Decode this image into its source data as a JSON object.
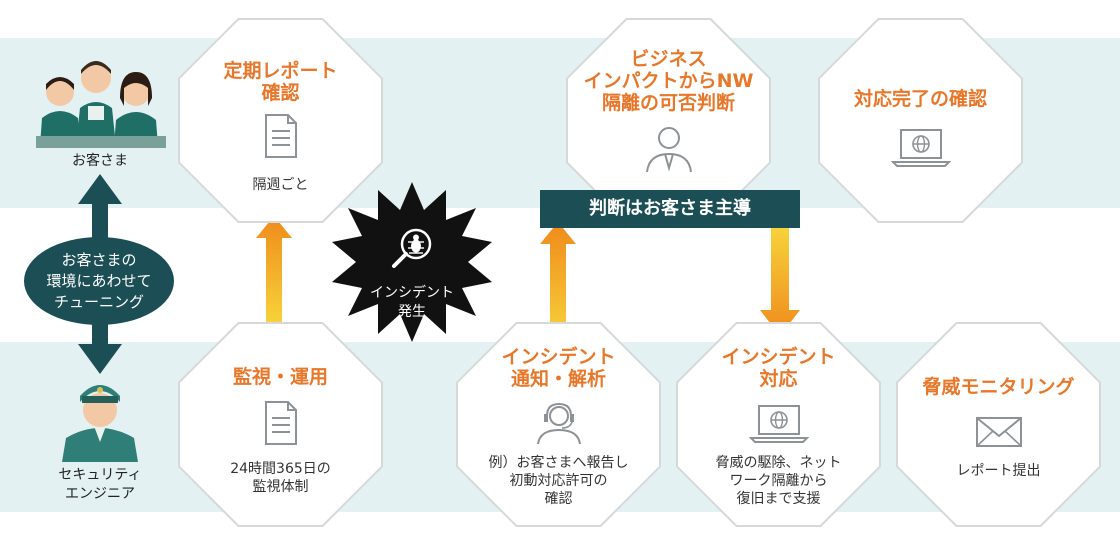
{
  "customer": {
    "label": "お客さま"
  },
  "engineer": {
    "label": "セキュリティ\nエンジニア"
  },
  "tuning": {
    "label": "お客さまの\n環境にあわせて\nチューニング"
  },
  "incident": {
    "label": "インシデント\n発生"
  },
  "decision": {
    "label": "判断はお客さま主導"
  },
  "top_steps": [
    {
      "title": "定期レポート\n確認",
      "desc": "隔週ごと",
      "icon": "document-icon"
    },
    {
      "title": "ビジネス\nインパクトからNW\n隔離の可否判断",
      "desc": "",
      "icon": "businessperson-icon"
    },
    {
      "title": "対応完了の確認",
      "desc": "",
      "icon": "laptop-globe-icon"
    }
  ],
  "bottom_steps": [
    {
      "title": "監視・運用",
      "desc": "24時間365日の\n監視体制",
      "icon": "document-icon"
    },
    {
      "title": "インシデント\n通知・解析",
      "desc": "例）お客さまへ報告し\n初動対応許可の\n確認",
      "icon": "headset-operator-icon"
    },
    {
      "title": "インシデント\n対応",
      "desc": "脅威の駆除、ネット\nワーク隔離から\n復旧まで支援",
      "icon": "laptop-globe-icon"
    },
    {
      "title": "脅威モニタリング",
      "desc": "レポート提出",
      "icon": "envelope-icon"
    }
  ],
  "colors": {
    "accent": "#e8772a",
    "teal": "#1c4e55",
    "band": "#e4f1f3",
    "arrow_top": "#f7c948",
    "arrow_bottom": "#ef9a1e"
  }
}
